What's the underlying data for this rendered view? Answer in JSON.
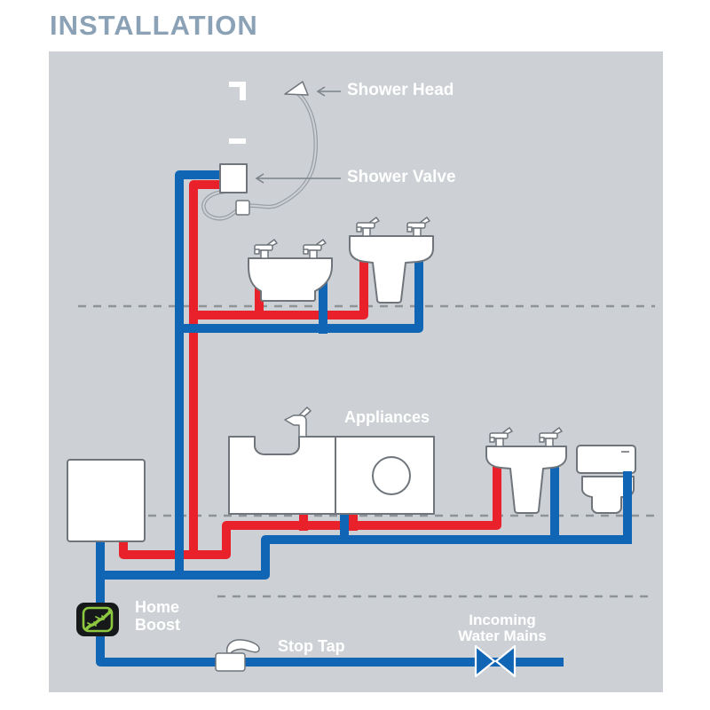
{
  "title": "INSTALLATION",
  "colors": {
    "title_text": "#8ba2b6",
    "panel_bg": "#cdd1d5",
    "page_bg": "#ffffff",
    "cold_pipe": "#1065b5",
    "hot_pipe": "#e8212a",
    "label_text": "#ffffff",
    "outline": "#6f757b",
    "dash": "#8d9397",
    "pump_green": "#8dc63f",
    "pump_black": "#17181a",
    "annotation": "#7d848a"
  },
  "diagram": {
    "labels": {
      "shower_head": "Shower Head",
      "shower_valve": "Shower Valve",
      "appliances": "Appliances",
      "home_boost_line1": "Home",
      "home_boost_line2": "Boost",
      "stop_tap": "Stop Tap",
      "incoming_line1": "Incoming",
      "incoming_line2": "Water Mains"
    },
    "icons": {
      "pump_logo": "salamander-lizard-icon",
      "mains_valve": "bowtie-valve-icon",
      "stop_tap": "stop-tap-icon"
    }
  }
}
